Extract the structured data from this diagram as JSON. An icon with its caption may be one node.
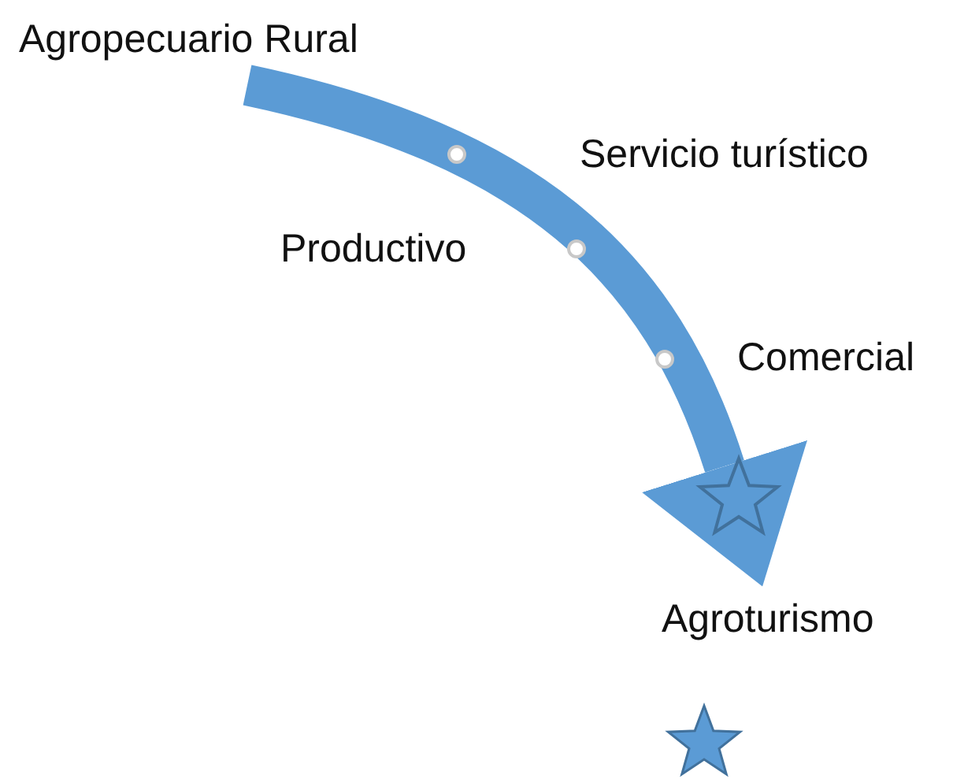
{
  "diagram": {
    "nodes": [
      {
        "text": [
          "Agropecuario Rural"
        ]
      },
      {
        "text": [
          "Agroturismo"
        ]
      }
    ],
    "edges": [
      {
        "from": 0,
        "to": 1,
        "arrow": "to",
        "color": "#5b9bd5"
      }
    ],
    "labels": [
      "Servicio turístico",
      "Productivo",
      "Comercial"
    ]
  }
}
